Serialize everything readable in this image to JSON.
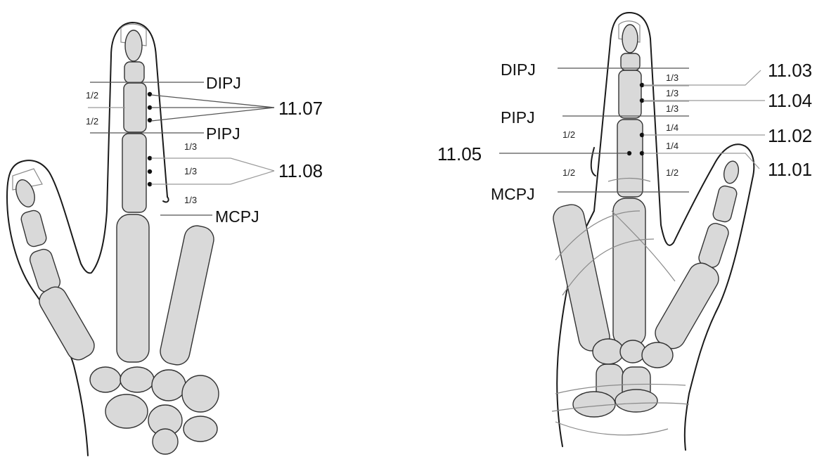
{
  "left_panel": {
    "joints": {
      "dip": "DIPJ",
      "pip": "PIPJ",
      "mcp": "MCPJ"
    },
    "codes": {
      "middle_phalanx": "11.07",
      "proximal_phalanx": "11.08"
    },
    "fractions": {
      "middle_top": "1/2",
      "middle_bottom": "1/2",
      "prox_1": "1/3",
      "prox_2": "1/3",
      "prox_3": "1/3"
    }
  },
  "right_panel": {
    "joints": {
      "dip": "DIPJ",
      "pip": "PIPJ",
      "mcp": "MCPJ"
    },
    "codes": {
      "c1103": "11.03",
      "c1104": "11.04",
      "c1102": "11.02",
      "c1105": "11.05",
      "c1101": "11.01"
    },
    "fractions": {
      "mid_1": "1/3",
      "mid_2": "1/3",
      "mid_3": "1/3",
      "prox_a": "1/4",
      "prox_b": "1/4",
      "left_upper": "1/2",
      "left_lower": "1/2",
      "right_lower": "1/2"
    }
  },
  "colors": {
    "bone_fill": "#d9d9d9",
    "outline": "#1a1a1a",
    "label": "#111111"
  }
}
